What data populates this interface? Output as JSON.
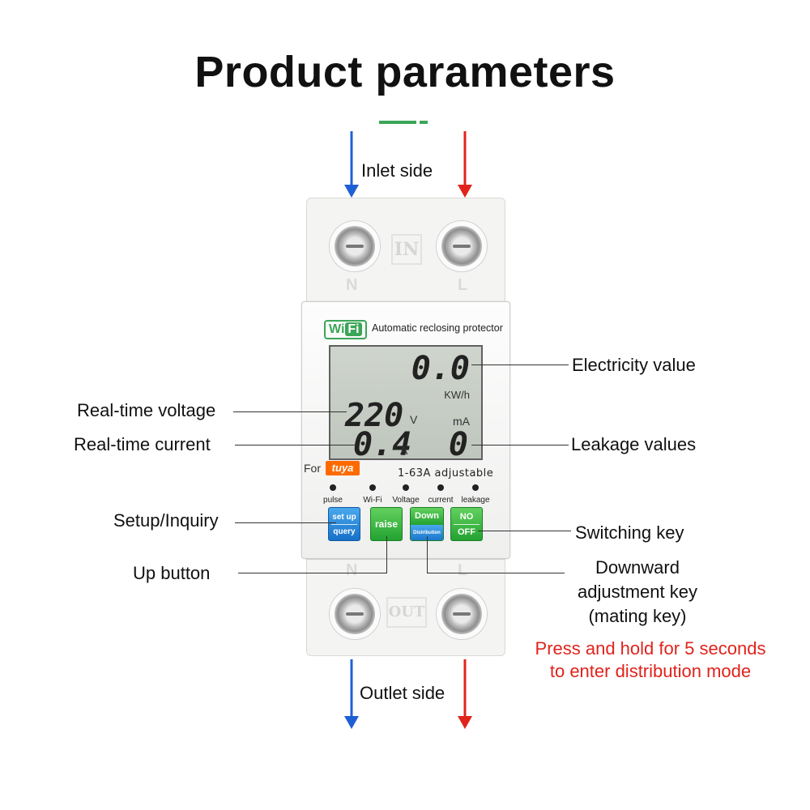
{
  "title": "Product parameters",
  "labels": {
    "inlet": "Inlet side",
    "outlet": "Outlet side",
    "electricity": "Electricity value",
    "voltage": "Real-time voltage",
    "current": "Real-time current",
    "leakage": "Leakage values",
    "setup": "Setup/Inquiry",
    "switching": "Switching key",
    "up": "Up button",
    "downward_1": "Downward",
    "downward_2": "adjustment key",
    "downward_3": "(mating key)",
    "note_1": "Press and hold for 5 seconds",
    "note_2": "to enter distribution mode"
  },
  "device": {
    "top_mark": "IN",
    "bottom_mark": "OUT",
    "terminal_left": "N",
    "terminal_right": "L",
    "wifi_logo_left": "Wi",
    "wifi_logo_right": "Fi",
    "product_name": "Automatic reclosing protector",
    "lcd": {
      "energy": "0.0",
      "energy_unit": "KW/h",
      "voltage": "220",
      "voltage_unit": "V",
      "leak_unit": "mA",
      "current": "0.4",
      "current_unit": "A",
      "leak": "0"
    },
    "for_label": "For",
    "brand": "tuya",
    "range": "1-63A adjustable",
    "leds": [
      "pulse",
      "Wi-Fi",
      "Voltage",
      "current",
      "leakage"
    ],
    "keys": {
      "setup_top": "set up",
      "setup_bottom": "query",
      "raise": "raise",
      "down_top": "Down",
      "down_bottom": "Distribution",
      "switch_top": "NO",
      "switch_bottom": "OFF"
    }
  },
  "colors": {
    "arrow_left": "#1f5fd6",
    "arrow_right": "#e0231c",
    "accent_green": "#3aa657",
    "note_red": "#e0231c"
  }
}
